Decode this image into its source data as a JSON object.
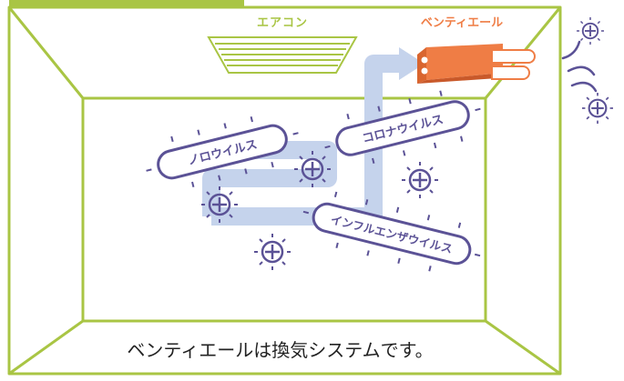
{
  "labels": {
    "aircon": "エアコン",
    "ventiair": "ベンティエール",
    "caption": "ベンティエールは換気システムです。"
  },
  "viruses": {
    "noro": "ノロウイルス",
    "corona": "コロナウイルス",
    "influenza": "インフルエンザウイルス"
  },
  "colors": {
    "room_frame": "#a9c544",
    "virus": "#5b5296",
    "airflow": "#c5d3ec",
    "vent_unit": "#ef7d45"
  },
  "icons": [
    "virus-icon",
    "wind-icon",
    "airflow-arrow-icon"
  ]
}
